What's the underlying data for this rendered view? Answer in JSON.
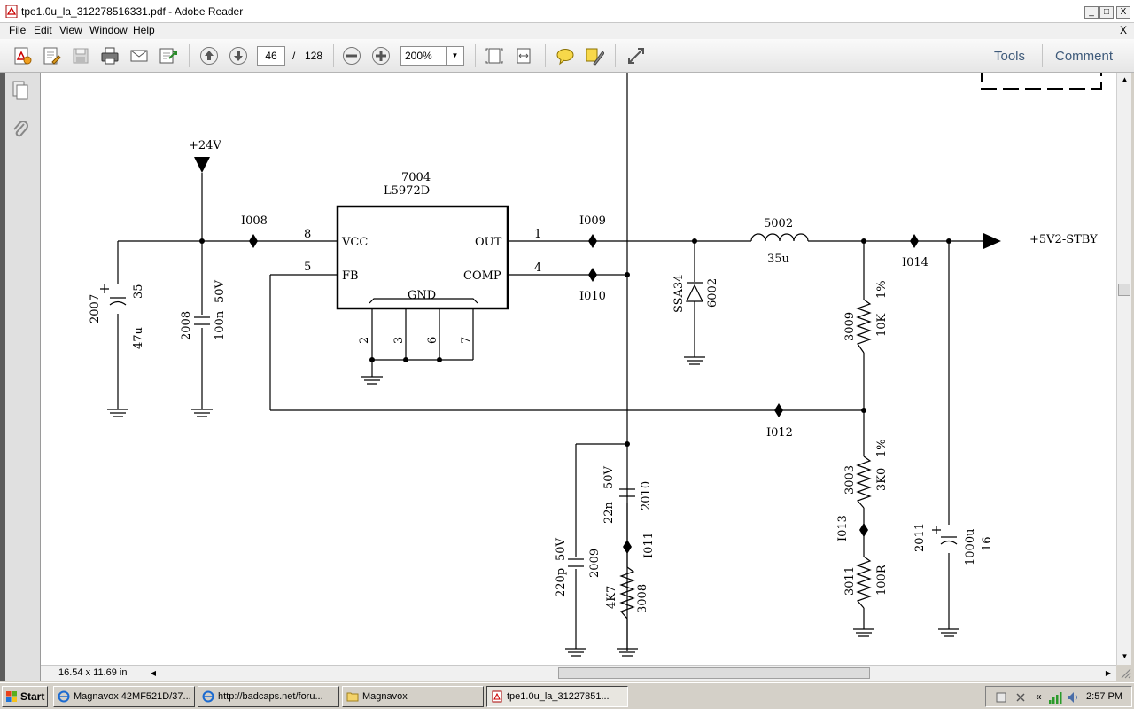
{
  "window": {
    "title": "tpe1.0u_la_312278516331.pdf - Adobe Reader",
    "controls": [
      "_",
      "□",
      "X"
    ]
  },
  "menu": {
    "items": [
      "File",
      "Edit",
      "View",
      "Window",
      "Help"
    ],
    "close_glyph": "X"
  },
  "toolbar": {
    "current_page": "46",
    "page_separator": "/",
    "total_pages": "128",
    "zoom": "200%",
    "tools_label": "Tools",
    "comment_label": "Comment",
    "icons": [
      "create-pdf-icon",
      "edit-pdf-icon",
      "save-icon",
      "print-icon",
      "email-icon",
      "review-icon",
      "previous-page-icon",
      "next-page-icon",
      "zoom-out-icon",
      "zoom-in-icon",
      "fit-page-icon",
      "fit-width-icon",
      "comment-icon",
      "highlight-icon",
      "full-screen-icon"
    ]
  },
  "sidebar": {
    "icons": [
      "pages-icon",
      "attachments-icon"
    ]
  },
  "schematic": {
    "supply_in": "+24V",
    "ic_ref": "7004",
    "ic_part": "L5972D",
    "ic_pins": {
      "vcc": "VCC",
      "fb": "FB",
      "out": "OUT",
      "comp": "COMP",
      "gnd": "GND"
    },
    "pin_numbers": {
      "p8": "8",
      "p5": "5",
      "p1": "1",
      "p4": "4",
      "p2": "2",
      "p3": "3",
      "p6": "6",
      "p7": "7"
    },
    "test_points": {
      "i008": "I008",
      "i009": "I009",
      "i010": "I010",
      "i011": "I011",
      "i012": "I012",
      "i013": "I013",
      "i014": "I014"
    },
    "supply_out": "+5V2-STBY",
    "c2007": {
      "ref": "2007",
      "voltage": "35",
      "value": "47u"
    },
    "c2008": {
      "ref": "2008",
      "voltage": "50V",
      "value": "100n"
    },
    "l5002": {
      "ref": "5002",
      "value": "35u"
    },
    "d6002": {
      "part": "SSA34",
      "ref": "6002"
    },
    "r3009": {
      "ref": "3009",
      "value": "10K",
      "tol": "1%"
    },
    "r3003": {
      "ref": "3003",
      "value": "3K0",
      "tol": "1%"
    },
    "r3011": {
      "ref": "3011",
      "value": "100R"
    },
    "c2011": {
      "ref": "2011",
      "value": "1000u",
      "voltage": "16"
    },
    "c2010": {
      "ref": "2010",
      "voltage": "50V",
      "value": "22n"
    },
    "c2009": {
      "ref": "2009",
      "voltage": "50V",
      "value": "220p"
    },
    "r3008": {
      "ref": "3008",
      "value": "4K7"
    }
  },
  "statusbar": {
    "page_size": "16.54 x 11.69 in"
  },
  "taskbar": {
    "start_label": "Start",
    "tasks": [
      "Magnavox 42MF521D/37...",
      "http://badcaps.net/foru...",
      "Magnavox",
      "tpe1.0u_la_31227851..."
    ],
    "clock": "2:57 PM"
  },
  "colors": {
    "link_text": "#3e5a7a",
    "document_bg": "#ffffff",
    "chrome_bg": "#d4d0c8"
  }
}
